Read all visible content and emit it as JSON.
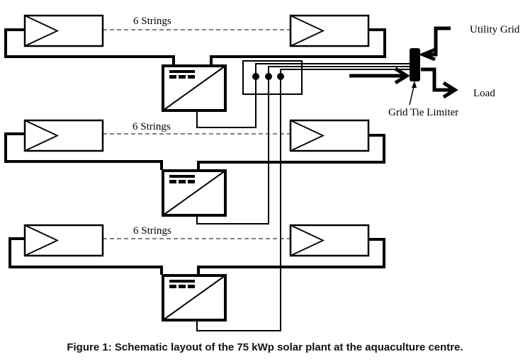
{
  "diagram": {
    "rows": [
      {
        "strings_label": "6 Strings"
      },
      {
        "strings_label": "6 Strings"
      },
      {
        "strings_label": "6 Strings"
      }
    ],
    "labels": {
      "utility_grid": "Utility Grid",
      "load": "Load",
      "grid_tie_limiter": "Grid Tie Limiter"
    },
    "caption": "Figure 1: Schematic layout of the 75 kWp solar plant at the aquaculture centre."
  }
}
